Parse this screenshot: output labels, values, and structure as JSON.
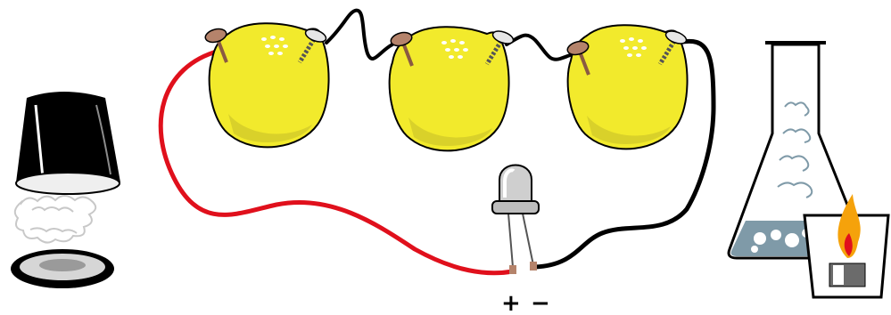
{
  "diagram": {
    "polarity": {
      "positive": "+",
      "negative": "−"
    },
    "parts": {
      "lemons": [
        "lemon",
        "lemon",
        "lemon"
      ],
      "electrodes": [
        "copper-nail",
        "zinc-screw"
      ],
      "led": "led",
      "wires": [
        "red-wire",
        "black-wire"
      ],
      "cup": "inverted-cup",
      "flask": "boiling-flask",
      "burner": "burner"
    },
    "colors": {
      "lemon": "#f2ea2c",
      "lemon_shade": "#d9d12a",
      "copper": "#b5836b",
      "red_wire": "#e0101c",
      "black_wire": "#000000",
      "liquid": "#7f9aa8",
      "flame": "#f5a20b"
    }
  }
}
